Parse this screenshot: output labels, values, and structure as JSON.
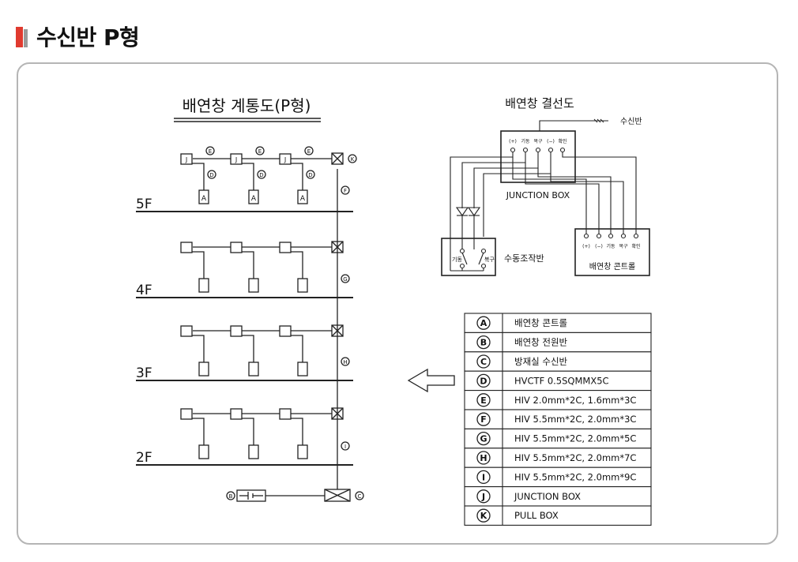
{
  "header": {
    "title": "수신반 P형"
  },
  "riser": {
    "title": "배연창 계통도(P형)",
    "floors": [
      "5F",
      "4F",
      "3F",
      "2F"
    ],
    "top_labels": [
      "E",
      "E",
      "E"
    ],
    "d_labels": [
      "D",
      "D",
      "D"
    ],
    "a_labels": [
      "A",
      "A",
      "A"
    ],
    "j_labels": [
      "J",
      "J",
      "J"
    ],
    "pull_box_label": "K",
    "riser_labels": [
      "F",
      "G",
      "H",
      "I"
    ],
    "bottom_left_label": "B",
    "bottom_right_label": "C"
  },
  "wiring": {
    "title": "배연창 결선도",
    "receiver": "수신반",
    "junction_terminals": [
      "(+)",
      "기동",
      "복구",
      "(−)",
      "확인"
    ],
    "junction_label": "JUNCTION BOX",
    "manual_panel": "수동조작반",
    "manual_left": "기동",
    "manual_right": "복구",
    "controller_terminals": [
      "(+)",
      "(−)",
      "기동",
      "복구",
      "확인"
    ],
    "controller_label": "배연창 콘트롤"
  },
  "legend": [
    {
      "symbol": "A",
      "desc": "배연창 콘트롤"
    },
    {
      "symbol": "B",
      "desc": "배연창 전원반"
    },
    {
      "symbol": "C",
      "desc": "방재실 수신반"
    },
    {
      "symbol": "D",
      "desc": "HVCTF 0.5SQMMX5C"
    },
    {
      "symbol": "E",
      "desc": "HIV 2.0mm*2C,  1.6mm*3C"
    },
    {
      "symbol": "F",
      "desc": "HIV 5.5mm*2C,  2.0mm*3C"
    },
    {
      "symbol": "G",
      "desc": "HIV 5.5mm*2C,  2.0mm*5C"
    },
    {
      "symbol": "H",
      "desc": "HIV 5.5mm*2C,  2.0mm*7C"
    },
    {
      "symbol": "I",
      "desc": "HIV 5.5mm*2C,  2.0mm*9C"
    },
    {
      "symbol": "J",
      "desc": "JUNCTION BOX"
    },
    {
      "symbol": "K",
      "desc": "PULL BOX"
    }
  ]
}
